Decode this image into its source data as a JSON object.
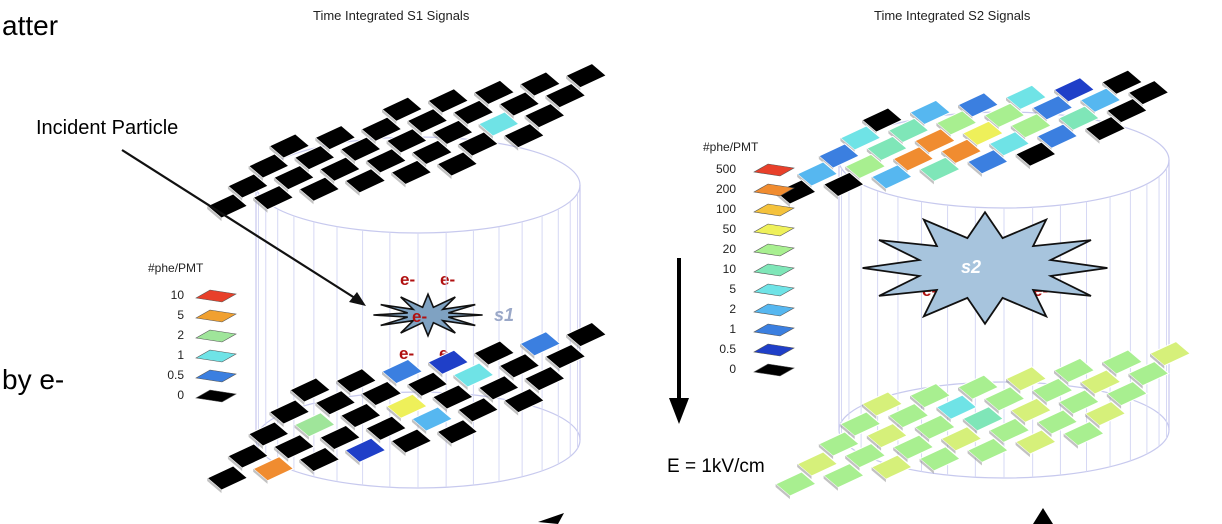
{
  "left_fragment_1": "atter",
  "left_fragment_2": "by e-",
  "s1_panel": {
    "title": "Time Integrated S1 Signals",
    "legend_title": "#phe/PMT",
    "legend": [
      {
        "label": "10",
        "color": "#e8402a"
      },
      {
        "label": "5",
        "color": "#f0a030"
      },
      {
        "label": "2",
        "color": "#9fe59a"
      },
      {
        "label": "1",
        "color": "#6fe3e6"
      },
      {
        "label": "0.5",
        "color": "#3b7fe0"
      },
      {
        "label": "0",
        "color": "#000000"
      }
    ]
  },
  "s2_panel": {
    "title": "Time Integrated S2 Signals",
    "legend_title": "#phe/PMT",
    "legend": [
      {
        "label": "500",
        "color": "#e8402a"
      },
      {
        "label": "200",
        "color": "#f08c30"
      },
      {
        "label": "100",
        "color": "#f4c23c"
      },
      {
        "label": "50",
        "color": "#eef05a"
      },
      {
        "label": "20",
        "color": "#a8ef90"
      },
      {
        "label": "10",
        "color": "#7fe6b8"
      },
      {
        "label": "5",
        "color": "#6fe3e6"
      },
      {
        "label": "2",
        "color": "#56b7f0"
      },
      {
        "label": "1",
        "color": "#3b7fe0"
      },
      {
        "label": "0.5",
        "color": "#1f3fc8"
      },
      {
        "label": "0",
        "color": "#000000"
      }
    ]
  },
  "incident_label": "Incident Particle",
  "electron_label": "e-",
  "s1_label": "s1",
  "s2_label": "s2",
  "field_label": "E = 1kV/cm"
}
